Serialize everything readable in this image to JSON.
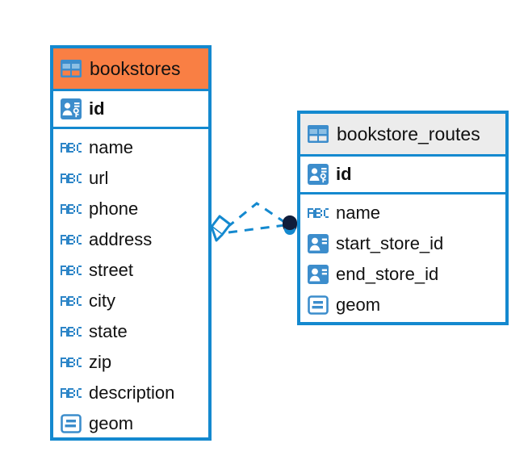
{
  "diagram": {
    "type": "entity-relationship-diagram",
    "background_color": "#ffffff",
    "border_color": "#1489CF",
    "icon_color": "#3C8DCC",
    "accent_header_color": "#F97F44",
    "neutral_header_color": "#ECECEC",
    "text_color": "#111111",
    "connector_color": "#1489CF",
    "connector_endpoint_color": "#101C3A"
  },
  "entities": [
    {
      "name": "bookstores",
      "header_icon": "table-icon",
      "header_style": "accent",
      "primary_key": {
        "name": "id",
        "icon": "primary-key-icon"
      },
      "columns": [
        {
          "name": "name",
          "icon": "text-type-icon"
        },
        {
          "name": "url",
          "icon": "text-type-icon"
        },
        {
          "name": "phone",
          "icon": "text-type-icon"
        },
        {
          "name": "address",
          "icon": "text-type-icon"
        },
        {
          "name": "street",
          "icon": "text-type-icon"
        },
        {
          "name": "city",
          "icon": "text-type-icon"
        },
        {
          "name": "state",
          "icon": "text-type-icon"
        },
        {
          "name": "zip",
          "icon": "text-type-icon"
        },
        {
          "name": "description",
          "icon": "text-type-icon"
        },
        {
          "name": "geom",
          "icon": "geometry-type-icon"
        }
      ]
    },
    {
      "name": "bookstore_routes",
      "header_icon": "table-icon",
      "header_style": "neutral",
      "primary_key": {
        "name": "id",
        "icon": "primary-key-icon"
      },
      "columns": [
        {
          "name": "name",
          "icon": "text-type-icon"
        },
        {
          "name": "start_store_id",
          "icon": "foreign-key-icon"
        },
        {
          "name": "end_store_id",
          "icon": "foreign-key-icon"
        },
        {
          "name": "geom",
          "icon": "geometry-type-icon"
        }
      ]
    }
  ],
  "relationships": [
    {
      "from_entity": "bookstores",
      "to_entity": "bookstore_routes",
      "to_column": "start_store_id",
      "line_style": "dashed",
      "source_marker": "diamond-marker",
      "target_marker": "filled-circle-marker"
    },
    {
      "from_entity": "bookstores",
      "to_entity": "bookstore_routes",
      "to_column": "end_store_id",
      "line_style": "dashed",
      "source_marker": "diamond-marker",
      "target_marker": "filled-circle-marker"
    }
  ]
}
